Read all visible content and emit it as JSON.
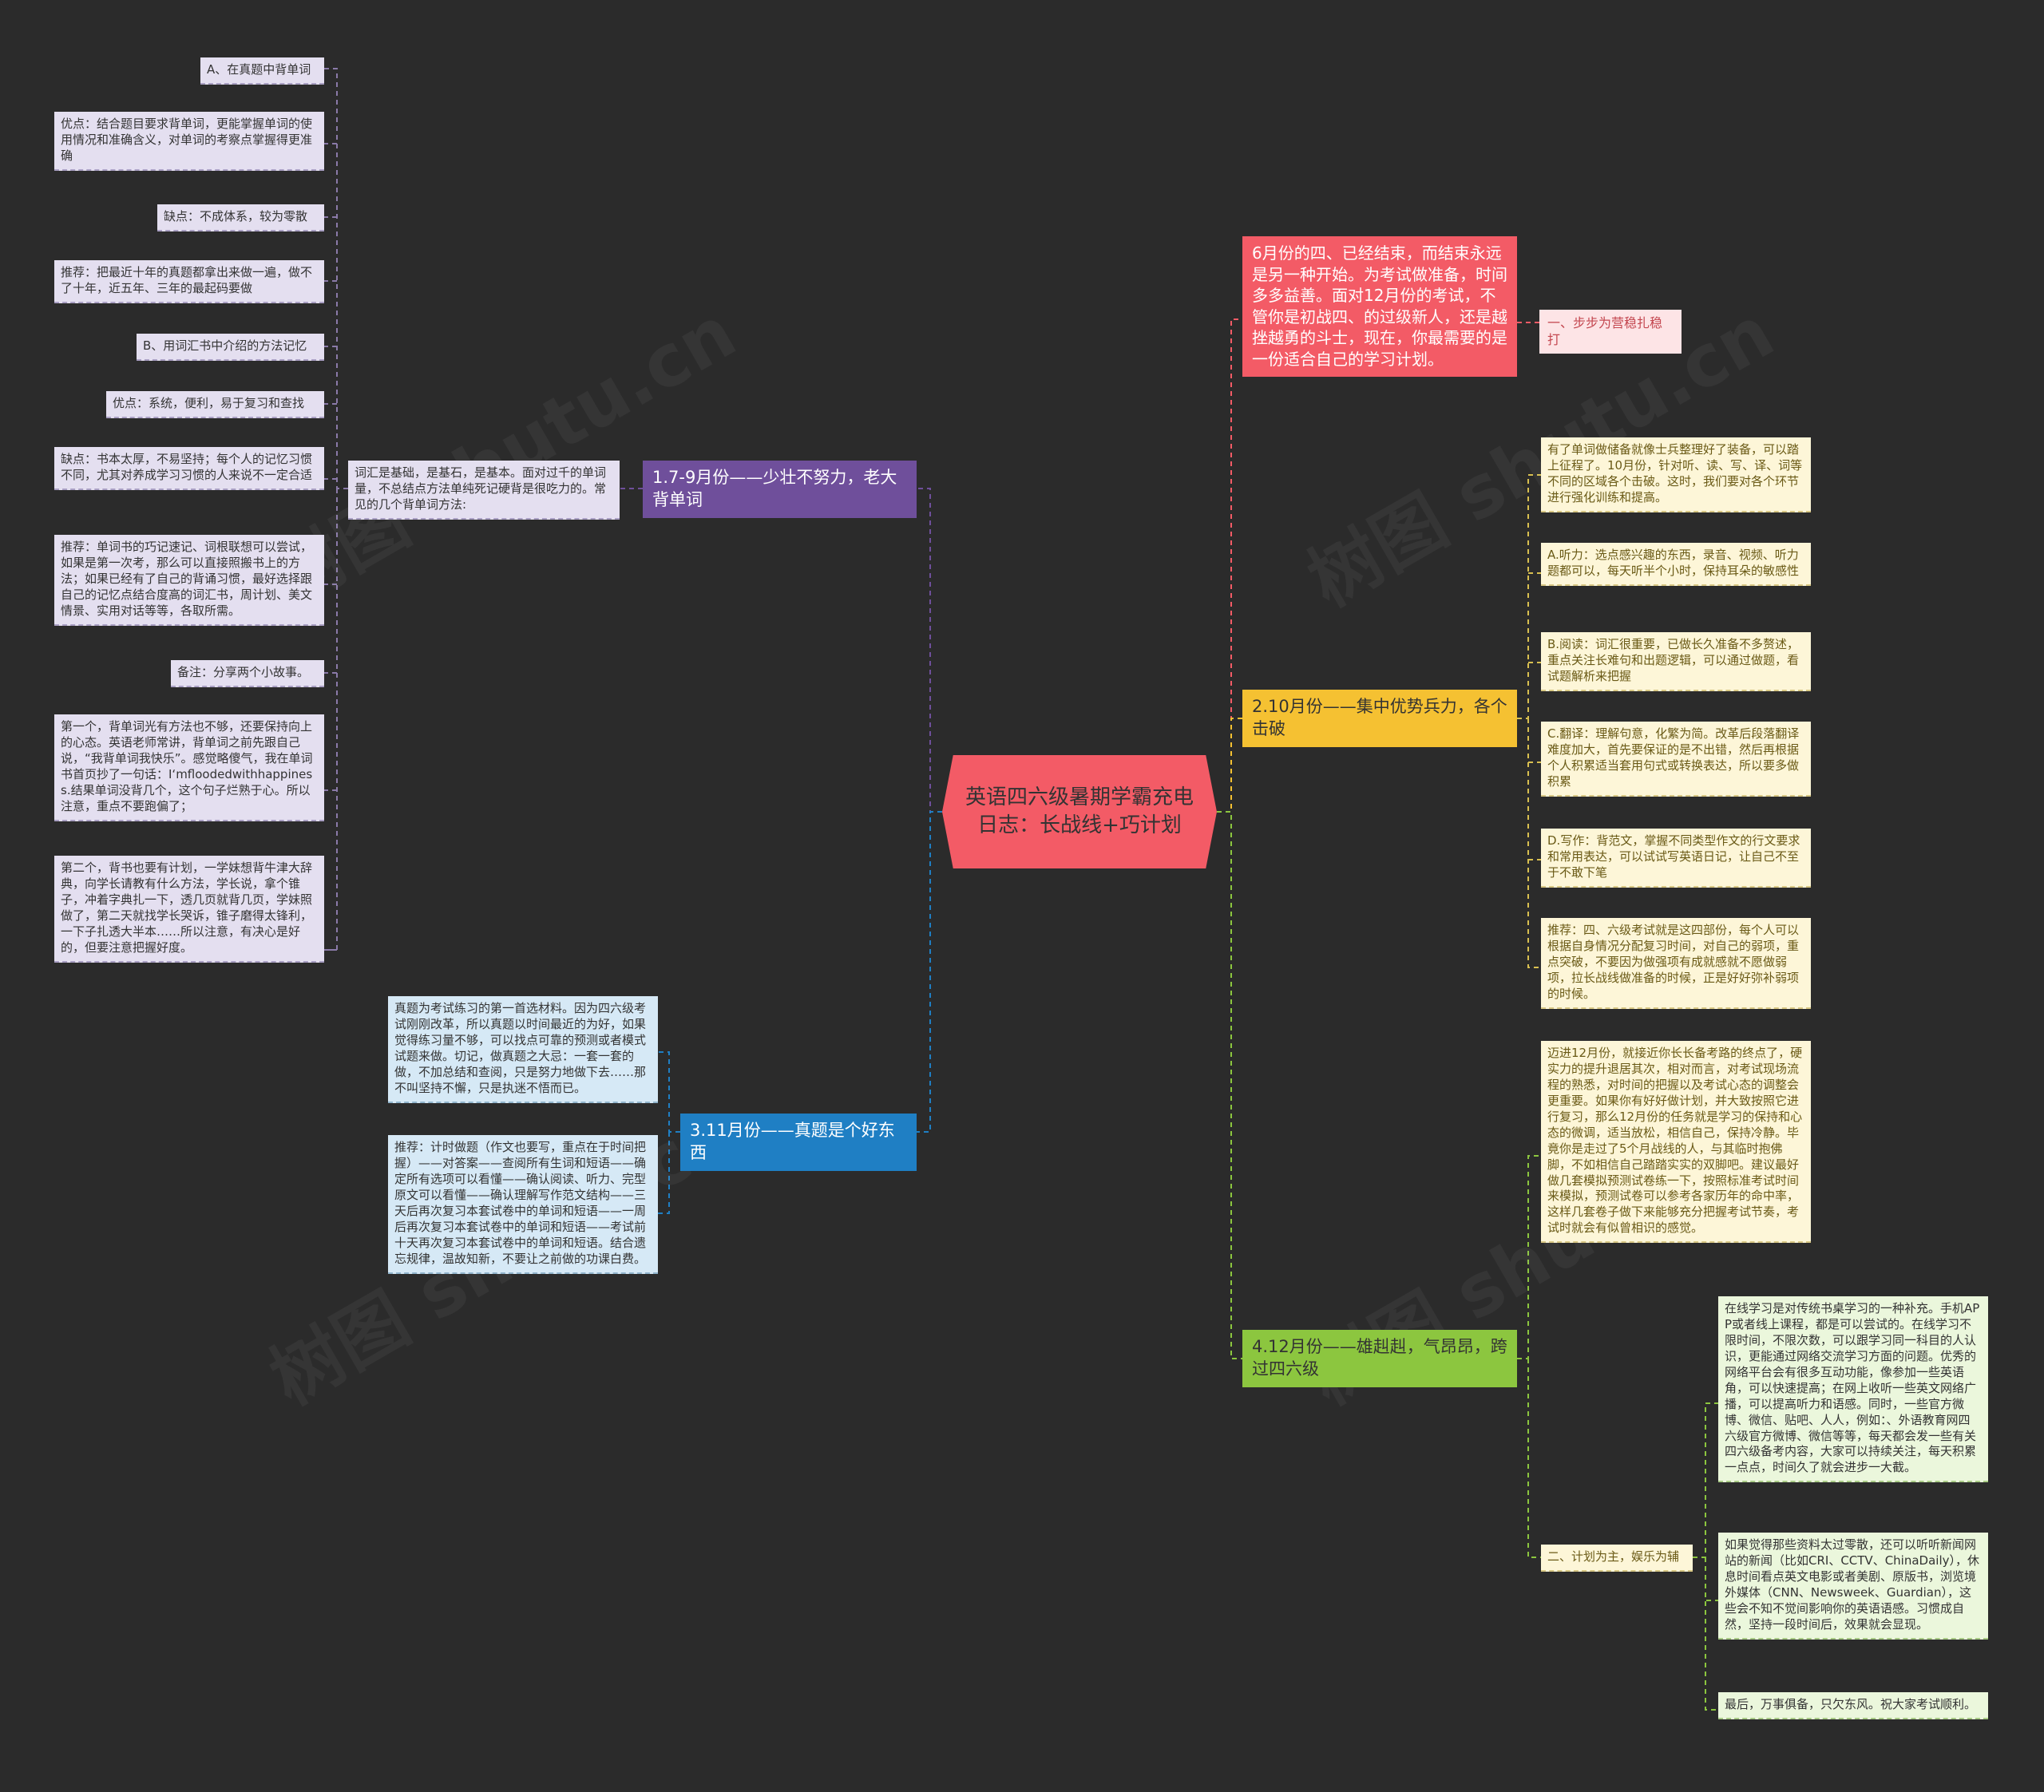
{
  "root": "英语四六级暑期学霸充电日志：长战线+巧计划",
  "branches": {
    "b1": "1.7-9月份——少壮不努力，老大背单词",
    "b1_intro": "词汇是基础，是基石，是基本。面对过千的单词量，不总结点方法单纯死记硬背是很吃力的。常见的几个背单词方法:",
    "b1_items": [
      "A、在真题中背单词",
      "优点：结合题目要求背单词，更能掌握单词的使用情况和准确含义，对单词的考察点掌握得更准确",
      "缺点：不成体系，较为零散",
      "推荐：把最近十年的真题都拿出来做一遍，做不了十年，近五年、三年的最起码要做",
      "B、用词汇书中介绍的方法记忆",
      "优点：系统，便利，易于复习和查找",
      "缺点：书本太厚，不易坚持；每个人的记忆习惯不同，尤其对养成学习习惯的人来说不一定合适",
      "推荐：单词书的巧记速记、词根联想可以尝试，如果是第一次考，那么可以直接照搬书上的方法；如果已经有了自己的背诵习惯，最好选择跟自己的记忆点结合度高的词汇书，周计划、美文情景、实用对话等等，各取所需。",
      "备注：分享两个小故事。",
      "第一个，背单词光有方法也不够，还要保持向上的心态。英语老师常讲，背单词之前先跟自己说，“我背单词我快乐”。感觉略傻气，我在单词书首页抄了一句话：I‘mfloodedwithhappiness.结果单词没背几个，这个句子烂熟于心。所以注意，重点不要跑偏了；",
      "第二个，背书也要有计划，一学妹想背牛津大辞典，向学长请教有什么方法，学长说，拿个锥子，冲着字典扎一下，透几页就背几页，学妹照做了，第二天就找学长哭诉，锥子磨得太锋利，一下子扎透大半本……所以注意，有决心是好的，但要注意把握好度。"
    ],
    "b2": "3.11月份——真题是个好东西",
    "b2_items": [
      "真题为考试练习的第一首选材料。因为四六级考试刚刚改革，所以真题以时间最近的为好，如果觉得练习量不够，可以找点可靠的预测或者模式试题来做。切记，做真题之大忌：一套一套的做，不加总结和查阅，只是努力地做下去……那不叫坚持不懈，只是执迷不悟而已。",
      "推荐：计时做题（作文也要写，重点在于时间把握）——对答案——查阅所有生词和短语——确定所有选项可以看懂——确认阅读、听力、完型原文可以看懂——确认理解写作范文结构——三天后再次复习本套试卷中的单词和短语——一周后再次复习本套试卷中的单词和短语——考试前十天再次复习本套试卷中的单词和短语。结合遗忘规律，温故知新，不要让之前做的功课白费。"
    ],
    "r1": "6月份的四、已经结束，而结束永远是另一种开始。为考试做准备，时间多多益善。面对12月份的考试，不管你是初战四、的过级新人，还是越挫越勇的斗士，现在，你最需要的是一份适合自己的学习计划。",
    "r1_child": "一、步步为营稳扎稳打",
    "r2": "2.10月份——集中优势兵力，各个击破",
    "r2_items": [
      "有了单词做储备就像士兵整理好了装备，可以踏上征程了。10月份，针对听、读、写、译、词等不同的区域各个击破。这时，我们要对各个环节进行强化训练和提高。",
      "A.听力：选点感兴趣的东西，录音、视频、听力题都可以，每天听半个小时，保持耳朵的敏感性",
      "B.阅读：词汇很重要，已做长久准备不多赘述，重点关注长难句和出题逻辑，可以通过做题，看试题解析来把握",
      "C.翻译：理解句意，化繁为简。改革后段落翻译难度加大，首先要保证的是不出错，然后再根据个人积累适当套用句式或转换表达，所以要多做积累",
      "D.写作：背范文，掌握不同类型作文的行文要求和常用表达，可以试试写英语日记，让自己不至于不敢下笔",
      "推荐：四、六级考试就是这四部份，每个人可以根据自身情况分配复习时间，对自己的弱项，重点突破，不要因为做强项有成就感就不愿做弱项，拉长战线做准备的时候，正是好好弥补弱项的时候。"
    ],
    "r3": "4.12月份——雄赳赳，气昂昂，跨过四六级",
    "r3_text": "迈进12月份，就接近你长长备考路的终点了，硬实力的提升退居其次，相对而言，对考试现场流程的熟悉，对时间的把握以及考试心态的调整会更重要。如果你有好好做计划，并大致按照它进行复习，那么12月份的任务就是学习的保持和心态的微调，适当放松，相信自己，保持冷静。毕竟你是走过了5个月战线的人，与其临时抱佛脚，不如相信自己踏踏实实的双脚吧。建议最好做几套模拟预测试卷练一下，按照标准考试时间来模拟，预测试卷可以参考各家历年的命中率，这样几套卷子做下来能够充分把握考试节奏，考试时就会有似曾相识的感觉。",
    "r3_child": "二、计划为主，娱乐为辅",
    "r3_items": [
      "在线学习是对传统书桌学习的一种补充。手机APP或者线上课程，都是可以尝试的。在线学习不限时间，不限次数，可以跟学习同一科目的人认识，更能通过网络交流学习方面的问题。优秀的网络平台会有很多互动功能，像参加一些英语角，可以快速提高；在网上收听一些英文网络广播，可以提高听力和语感。同时，一些官方微博、微信、贴吧、人人，例如：、外语教育网四六级官方微博、微信等等，每天都会发一些有关四六级备考内容，大家可以持续关注，每天积累一点点，时间久了就会进步一大截。",
      "如果觉得那些资料太过零散，还可以听听新闻网站的新闻（比如CRI、CCTV、ChinaDaily），休息时间看点英文电影或者美剧、原版书，浏览境外媒体（CNN、Newsweek、Guardian），这些会不知不觉间影响你的英语语感。习惯成自然，坚持一段时间后，效果就会显现。",
      "最后，万事俱备，只欠东风。祝大家考试顺利。"
    ]
  },
  "watermark": "树图 shutu.cn",
  "colors": {
    "background": "#2b2b2b",
    "root": "#f35b66",
    "purple": "#6f4f9b",
    "blue": "#1f7fc4",
    "red": "#f35b66",
    "yellow": "#f5c132",
    "green": "#8cc63f"
  }
}
